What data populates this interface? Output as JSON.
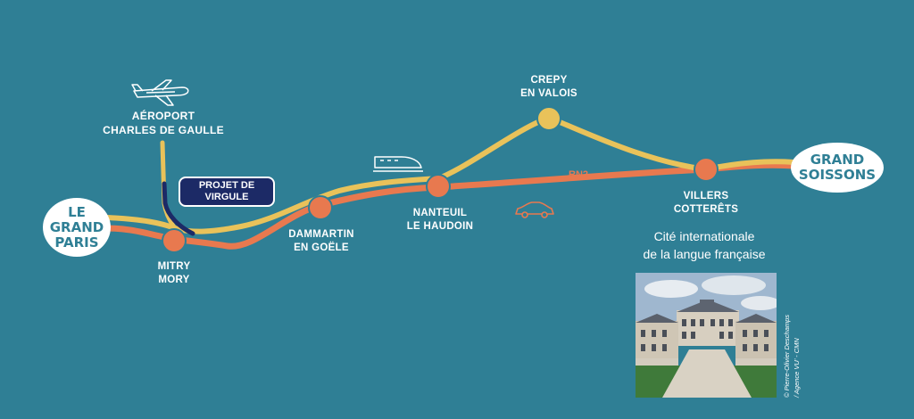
{
  "cities": {
    "le_grand_paris": "LE\nGRAND\nPARIS",
    "grand_soissons": "GRAND\nSOISSONS"
  },
  "stops": {
    "airport": "AÉROPORT\nCHARLES DE GAULLE",
    "mitry_mory": "MITRY\nMORY",
    "dammartin": "DAMMARTIN\nEN GOËLE",
    "nanteuil": "NANTEUIL\nLE HAUDOIN",
    "crepy": "CREPY\nEN VALOIS",
    "villers": "VILLERS\nCOTTERÊTS"
  },
  "project_label": "PROJET DE\nVIRGULE",
  "road_label": "RN2",
  "landmark": {
    "caption": "Cité internationale\nde la langue française",
    "photo_credit": "© Pierre-Olivier Deschamps\n/ Agence VU’ - CMN"
  },
  "icons": [
    "airplane-icon",
    "train-icon",
    "car-icon"
  ],
  "colors": {
    "background": "#2f7f95",
    "rail": "#e9c25a",
    "road": "#e8794f",
    "virgule": "#1c2a66",
    "text": "#ffffff"
  }
}
